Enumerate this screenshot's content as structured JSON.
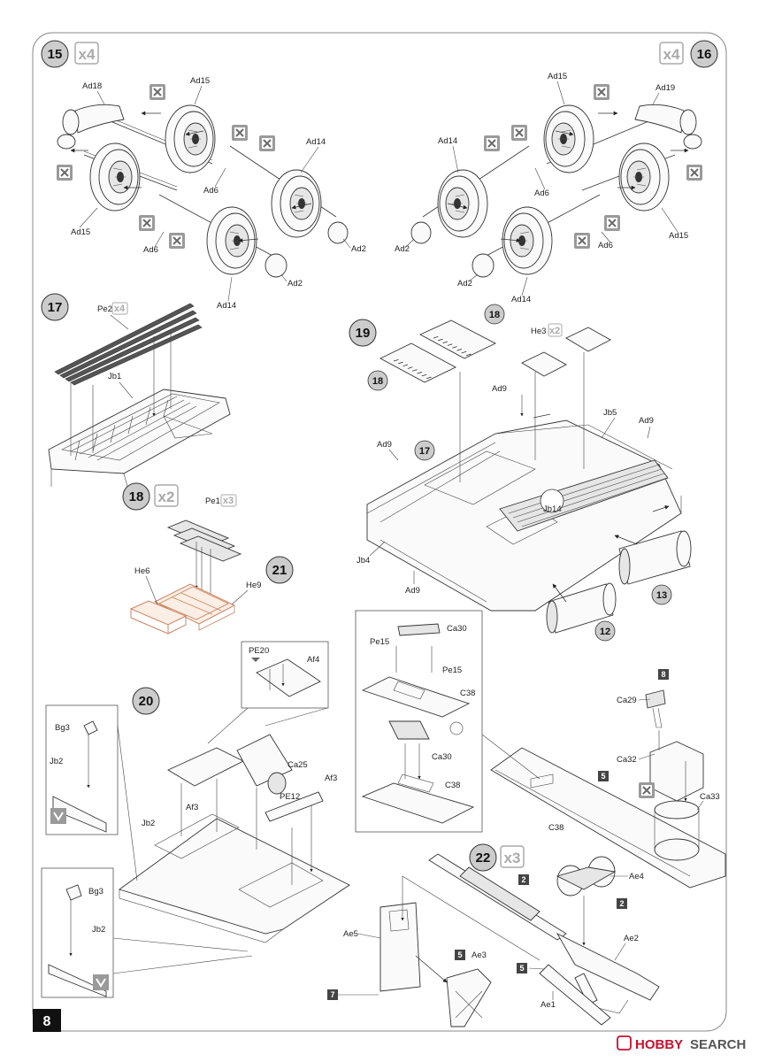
{
  "page": {
    "number": "8"
  },
  "watermark": {
    "brand_red": "HOBBY",
    "brand_grey": "SEARCH",
    "full": "HOBBYSEARCH"
  },
  "colors": {
    "accent_grey": "#aaaaaa",
    "step_circle": "#cccccc",
    "color_box": "#444444",
    "watermark_red": "#c8102e"
  },
  "steps": {
    "s15": {
      "number": "15",
      "multiplier": "x4",
      "labels": [
        "Ad18",
        "Ad15",
        "Ad14",
        "Ad6",
        "Ad15",
        "Ad6",
        "Ad2",
        "Ad2",
        "Ad14"
      ]
    },
    "s16": {
      "number": "16",
      "multiplier": "x4",
      "labels": [
        "Ad15",
        "Ad19",
        "Ad14",
        "Ad6",
        "Ad6",
        "Ad15",
        "Ad2",
        "Ad2",
        "Ad14"
      ]
    },
    "s17": {
      "number": "17",
      "labels": [
        "Pe2",
        "x4",
        "Jb1"
      ]
    },
    "s18": {
      "number": "18",
      "multiplier": "x2",
      "labels": [
        "Pe1",
        "x3",
        "He6",
        "He9"
      ]
    },
    "s19": {
      "number": "19",
      "labels": [
        "He3",
        "x2",
        "Ad9",
        "Jb5",
        "Ad9",
        "Ad9",
        "Jb14",
        "Jb4",
        "Ad9"
      ],
      "refs": [
        "18",
        "18",
        "17",
        "13",
        "12"
      ]
    },
    "s20": {
      "number": "20",
      "labels": [
        "PE20",
        "Af4",
        "Ca25",
        "Af3",
        "PE12",
        "Af3",
        "Bg3",
        "Jb2",
        "Jb2",
        "Bg3",
        "Jb2"
      ]
    },
    "s21": {
      "number": "21",
      "labels": [
        "Ca30",
        "Pe15",
        "Pe15",
        "C38",
        "Ca30",
        "C38",
        "Ca29",
        "Ca32",
        "Ca33",
        "C38"
      ],
      "color_codes": [
        "8",
        "5"
      ]
    },
    "s22": {
      "number": "22",
      "multiplier": "x3",
      "labels": [
        "Ae4",
        "Ae2",
        "Ae5",
        "Ae3",
        "Ae1"
      ],
      "color_codes": [
        "2",
        "2",
        "7",
        "5",
        "5"
      ]
    }
  }
}
